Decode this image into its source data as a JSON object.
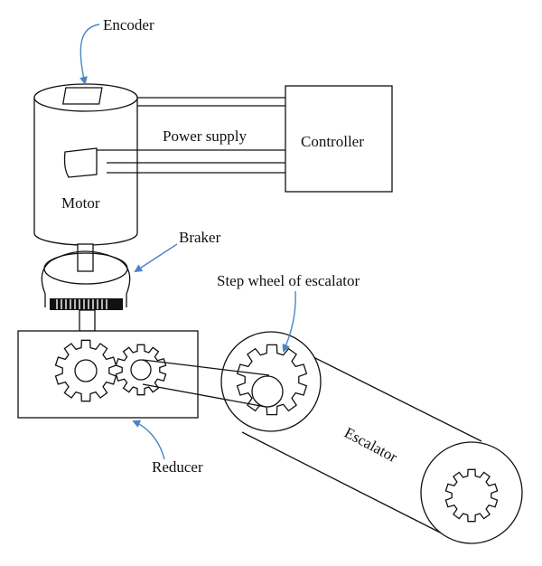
{
  "labels": {
    "encoder": "Encoder",
    "power_supply": "Power supply",
    "controller": "Controller",
    "motor": "Motor",
    "braker": "Braker",
    "step_wheel": "Step wheel of escalator",
    "reducer": "Reducer",
    "escalator": "Escalator"
  },
  "colors": {
    "line": "#111111",
    "callout_arrow": "#4a86c5",
    "background": "#ffffff"
  },
  "gears": {
    "reducer_left_teeth": 10,
    "reducer_right_teeth": 10,
    "step_wheel_teeth": 10,
    "lower_wheel_teeth": 10
  }
}
